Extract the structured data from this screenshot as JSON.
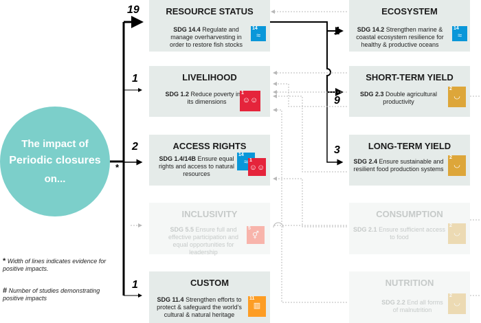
{
  "center": {
    "line1": "The impact of",
    "line2": "Periodic closures",
    "line3": "on..."
  },
  "star_mark": "*",
  "counts": {
    "resource_status": "19",
    "livelihood": "1",
    "access_rights": "2",
    "custom": "1",
    "ecosystem": "1",
    "short_term_yield": "9",
    "long_term_yield": "3"
  },
  "boxes": {
    "resource_status": {
      "title": "RESOURCE STATUS",
      "sdg_code": "SDG 14.4",
      "desc": "Regulate and manage overharvesting in order to restore fish stocks",
      "icon": "fish-icon",
      "icon_num": "14",
      "color": "#0a97d9"
    },
    "livelihood": {
      "title": "LIVELIHOOD",
      "sdg_code": "SDG 1.2",
      "desc": "Reduce poverty in all its dimensions",
      "icon": "family-icon",
      "icon_num": "1",
      "color": "#e5243b"
    },
    "access_rights": {
      "title": "ACCESS RIGHTS",
      "sdg_code": "SDG 1.4/14B",
      "desc": "Ensure equal rights and access to natural resources",
      "icon": "family-icon",
      "icon_num": "1",
      "icon2_num": "14",
      "color": "#e5243b",
      "color2": "#0a97d9"
    },
    "inclusivity": {
      "title": "INCLUSIVITY",
      "sdg_code": "SDG 5.5",
      "desc": "Ensure full and effective participation and equal opportunities for leadership",
      "icon": "gender-icon",
      "icon_num": "5",
      "color": "#ff3a21"
    },
    "custom": {
      "title": "CUSTOM",
      "sdg_code": "SDG 11.4",
      "desc": "Strengthen efforts to protect & safeguard the world's cultural & natural heritage",
      "icon": "city-icon",
      "icon_num": "11",
      "color": "#fd9d24"
    },
    "ecosystem": {
      "title": "ECOSYSTEM",
      "sdg_code": "SDG 14.2",
      "desc": "Strengthen marine & coastal ecosystem resilience for healthy & productive oceans",
      "icon": "fish-icon",
      "icon_num": "14",
      "color": "#0a97d9"
    },
    "short_term_yield": {
      "title": "SHORT-TERM YIELD",
      "sdg_code": "SDG 2.3",
      "desc": "Double agricultural productivity",
      "icon": "bowl-icon",
      "icon_num": "2",
      "color": "#dda63a"
    },
    "long_term_yield": {
      "title": "LONG-TERM YIELD",
      "sdg_code": "SDG 2.4",
      "desc": "Ensure sustainable and resilient food production systems",
      "icon": "bowl-icon",
      "icon_num": "2",
      "color": "#dda63a"
    },
    "consumption": {
      "title": "CONSUMPTION",
      "sdg_code": "SDG 2.1",
      "desc": "Ensure sufficient access to food",
      "icon": "bowl-icon",
      "icon_num": "2",
      "color": "#dda63a"
    },
    "nutrition": {
      "title": "NUTRITION",
      "sdg_code": "SDG 2.2",
      "desc": "End all forms of malnutrition",
      "icon": "bowl-icon",
      "icon_num": "2",
      "color": "#dda63a"
    }
  },
  "footnotes": {
    "width": {
      "mark": "*",
      "text": "Width of lines indicates evidence for positive impacts."
    },
    "number": {
      "mark": "#",
      "text": "Number of studies demonstrating positive impacts"
    }
  }
}
